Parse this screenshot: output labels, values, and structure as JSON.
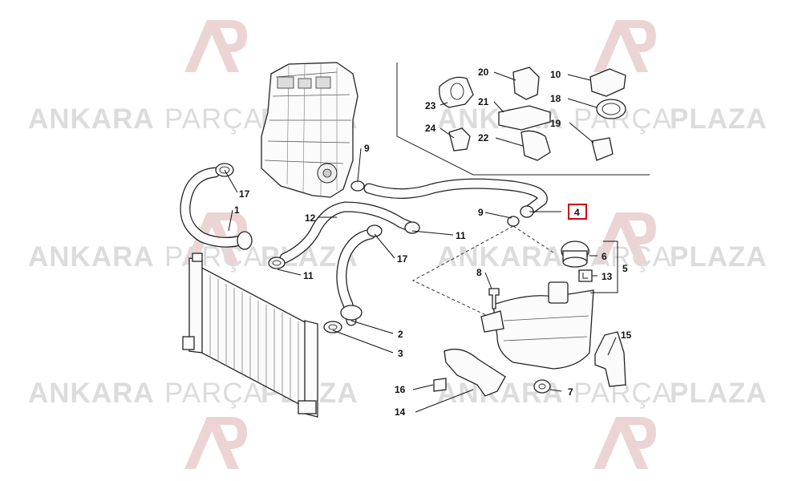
{
  "watermark": {
    "brand_left": "ANKARA",
    "brand_mid": "PARÇA",
    "brand_right": "PLAZA",
    "logo_color": "#e8c9c9",
    "text_color": "#dcdcdc"
  },
  "diagram": {
    "highlight_color": "#d0021b",
    "highlighted_part": "4",
    "callouts": {
      "c1": "1",
      "c2": "2",
      "c3": "3",
      "c4": "4",
      "c5": "5",
      "c6": "6",
      "c7": "7",
      "c8": "8",
      "c9a": "9",
      "c9b": "9",
      "c10": "10",
      "c11a": "11",
      "c11b": "11",
      "c12": "12",
      "c13": "13",
      "c14": "14",
      "c15": "15",
      "c16": "16",
      "c17a": "17",
      "c17b": "17",
      "c18": "18",
      "c19": "19",
      "c20": "20",
      "c21": "21",
      "c22": "22",
      "c23": "23",
      "c24": "24"
    }
  }
}
